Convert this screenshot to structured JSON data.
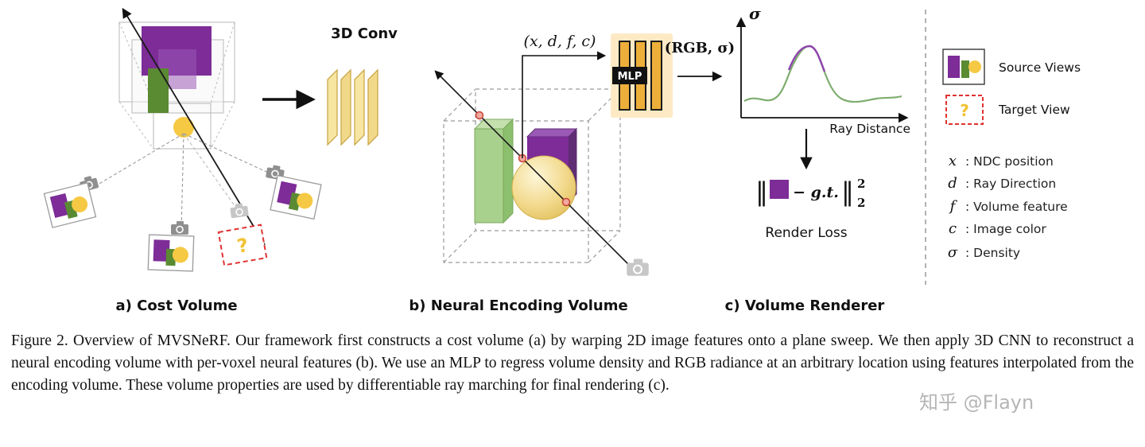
{
  "colors": {
    "purple": "#7d2c98",
    "light_purple": "#9b59b6",
    "green": "#5a8a32",
    "soft_green": "#a9d18e",
    "yellow": "#f6c944",
    "mlp_cream": "#fdeac5",
    "mlp_gold_bar": "#edaf3a",
    "target_red": "#e03131",
    "curve_green": "#7fad6f",
    "curve_purple": "#8e44ad"
  },
  "panel_a": {
    "label": "a) Cost Volume",
    "target_mark": "?"
  },
  "panel_b": {
    "label": "b) Neural Encoding Volume",
    "conv_label": "3D Conv",
    "input_tuple": "(x, d, f, c)",
    "mlp_label": "MLP",
    "output_tuple": "(RGB, σ)"
  },
  "panel_c": {
    "label": "c) Volume Renderer",
    "y_axis_label": "σ",
    "x_axis_label": "Ray Distance",
    "loss_norm_left": "‖",
    "loss_expr": "− g.t.",
    "loss_norm_right": "‖",
    "loss_superscript": "2",
    "loss_subscript": "2",
    "loss_caption": "Render Loss"
  },
  "legend": {
    "source_views_label": "Source Views",
    "target_view_label": "Target View",
    "target_mark": "?",
    "items": [
      {
        "symbol": "x",
        "desc": ":  NDC position"
      },
      {
        "symbol": "d",
        "desc": ":  Ray Direction"
      },
      {
        "symbol": "f",
        "desc": ":  Volume feature"
      },
      {
        "symbol": "c",
        "desc": ":  Image color"
      },
      {
        "symbol": "σ",
        "desc": ":  Density"
      }
    ]
  },
  "caption": {
    "text": "Figure 2. Overview of MVSNeRF. Our framework first constructs a cost volume (a) by warping 2D image features onto a plane sweep. We then apply 3D CNN to reconstruct a neural encoding volume with per-voxel neural features (b). We use an MLP to regress volume density and RGB radiance at an arbitrary location using features interpolated from the encoding volume. These volume properties are used by differentiable ray marching for final rendering (c)."
  },
  "watermark": "知乎 @Flayn"
}
